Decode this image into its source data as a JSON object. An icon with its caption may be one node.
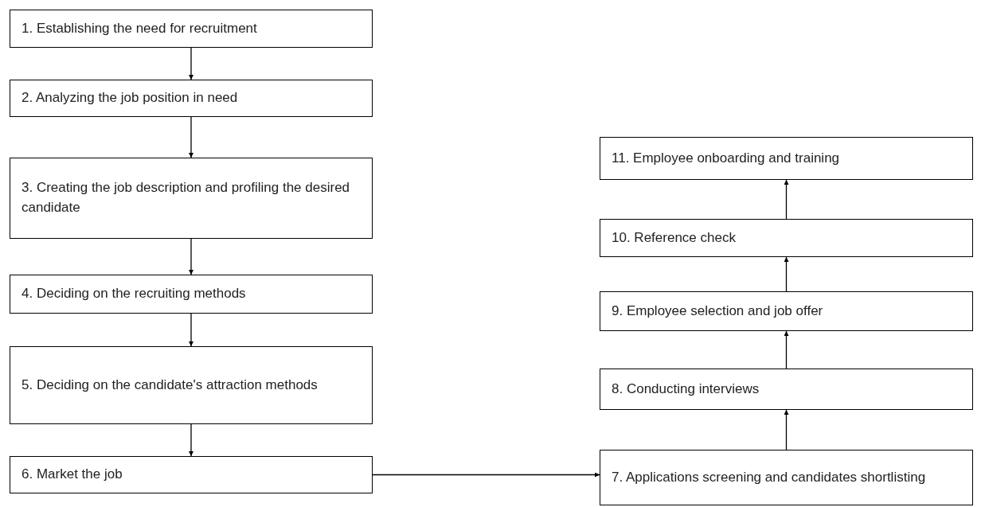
{
  "diagram": {
    "nodes": [
      {
        "text": [
          "1. Establishing the need for recruitment"
        ]
      },
      {
        "text": [
          "2. Analyzing the job position in need"
        ]
      },
      {
        "text": [
          "3. Creating the job description and profiling the desired candidate"
        ]
      },
      {
        "text": [
          "4. Deciding on the recruiting methods"
        ]
      },
      {
        "text": [
          "5. Deciding on the candidate's attraction methods"
        ]
      },
      {
        "text": [
          "6. Market the job"
        ]
      },
      {
        "text": [
          "7. Applications screening and candidates shortlisting"
        ]
      },
      {
        "text": [
          "8. Conducting interviews"
        ]
      },
      {
        "text": [
          "9. Employee selection and job offer"
        ]
      },
      {
        "text": [
          "10. Reference check"
        ]
      },
      {
        "text": [
          "11. Employee onboarding and training"
        ]
      }
    ],
    "edges": [
      {
        "from": 0,
        "to": 1,
        "arrow": "to"
      },
      {
        "from": 1,
        "to": 2,
        "arrow": "to"
      },
      {
        "from": 2,
        "to": 3,
        "arrow": "to"
      },
      {
        "from": 3,
        "to": 4,
        "arrow": "to"
      },
      {
        "from": 4,
        "to": 5,
        "arrow": "to"
      },
      {
        "from": 5,
        "to": 6,
        "arrow": "to"
      },
      {
        "from": 6,
        "to": 7,
        "arrow": "to"
      },
      {
        "from": 7,
        "to": 8,
        "arrow": "to"
      },
      {
        "from": 8,
        "to": 9,
        "arrow": "to"
      },
      {
        "from": 9,
        "to": 10,
        "arrow": "to"
      }
    ]
  }
}
